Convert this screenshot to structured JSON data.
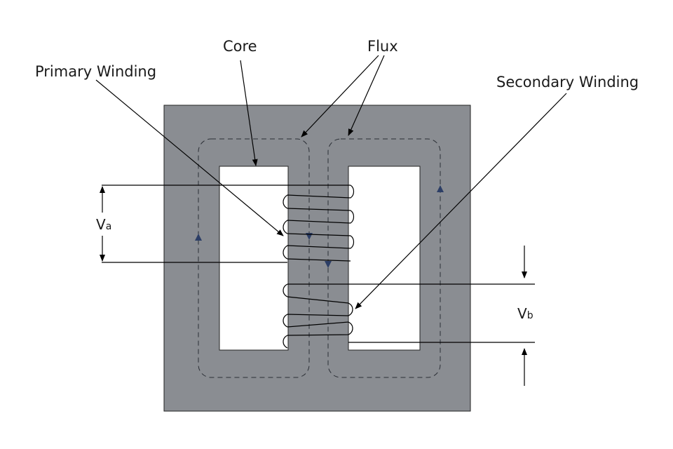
{
  "labels": {
    "core": "Core",
    "flux": "Flux",
    "primary_winding": "Primary Winding",
    "secondary_winding": "Secondary Winding"
  },
  "voltages": {
    "primary_main": "V",
    "primary_sub": "a",
    "secondary_main": "V",
    "secondary_sub": "b"
  },
  "colors": {
    "core": "#8a8d92",
    "flux_arrow": "#2c3e66"
  }
}
